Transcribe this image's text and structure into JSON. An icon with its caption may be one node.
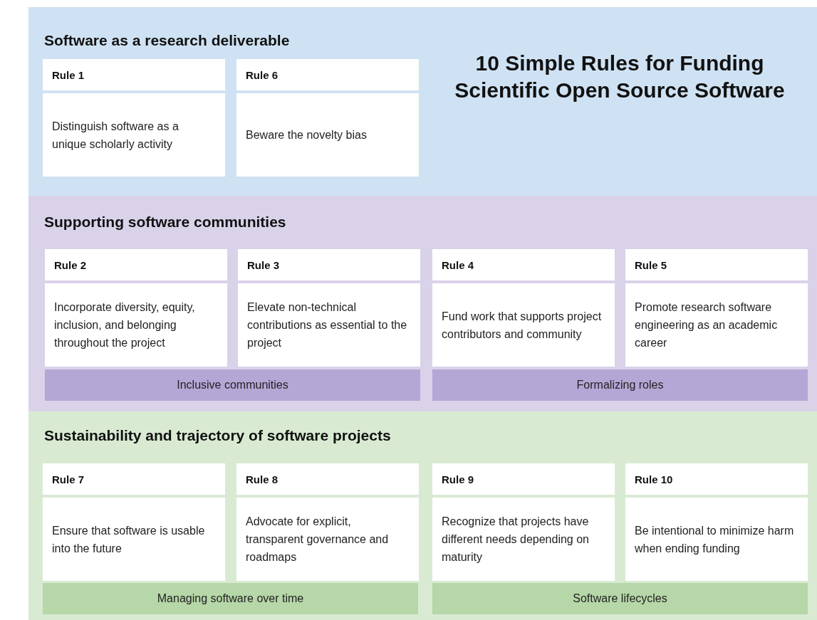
{
  "diagram": {
    "title": "10 Simple Rules for Funding Scientific Open Source Software",
    "nodes": [
      {
        "text": [
          "Software as a research deliverable"
        ]
      },
      {
        "text": [
          "Rule 1",
          "Distinguish software as a unique scholarly activity"
        ],
        "in": 0
      },
      {
        "text": [
          "Rule 6",
          "Beware the novelty bias"
        ],
        "in": 0
      },
      {
        "text": [
          "Supporting software communities"
        ]
      },
      {
        "text": [
          "Rule 2",
          "Incorporate diversity, equity, inclusion, and belonging throughout the project"
        ],
        "in": 3
      },
      {
        "text": [
          "Rule 3",
          "Elevate non-technical contributions as essential to the project"
        ],
        "in": 3
      },
      {
        "text": [
          "Rule 4",
          "Fund work that supports project contributors and community"
        ],
        "in": 3
      },
      {
        "text": [
          "Rule 5",
          "Promote research software engineering as an academic career"
        ],
        "in": 3
      },
      {
        "text": [
          "Inclusive communities"
        ],
        "in": 3
      },
      {
        "text": [
          "Formalizing roles"
        ],
        "in": 3
      },
      {
        "text": [
          "Sustainability and trajectory of software projects"
        ]
      },
      {
        "text": [
          "Rule 7",
          "Ensure that software is usable into the future"
        ],
        "in": 10
      },
      {
        "text": [
          "Rule 8",
          "Advocate for explicit, transparent governance and roadmaps"
        ],
        "in": 10
      },
      {
        "text": [
          "Rule 9",
          "Recognize that projects have different needs depending on maturity"
        ],
        "in": 10
      },
      {
        "text": [
          "Rule 10",
          "Be intentional to minimize harm when ending funding"
        ],
        "in": 10
      },
      {
        "text": [
          "Managing software over time"
        ],
        "in": 10
      },
      {
        "text": [
          "Software lifecycles"
        ],
        "in": 10
      }
    ],
    "edges": []
  }
}
